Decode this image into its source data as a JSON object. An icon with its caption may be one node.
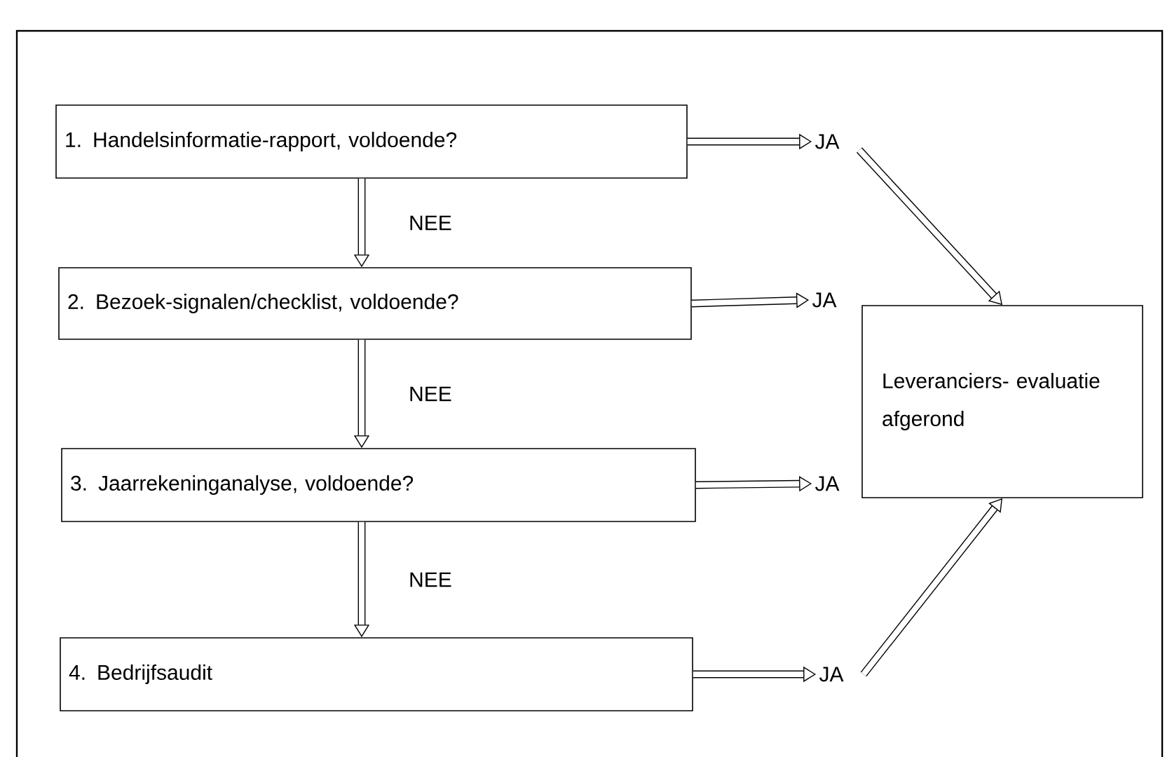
{
  "diagram": {
    "nodes": [
      {
        "text": [
          "1. Handelsinformatie-rapport, voldoende?"
        ]
      },
      {
        "text": [
          "2. Bezoek-signalen/checklist, voldoende?"
        ]
      },
      {
        "text": [
          "3. Jaarrekeninganalyse, voldoende?"
        ]
      },
      {
        "text": [
          "4. Bedrijfsaudit"
        ]
      },
      {
        "text": [
          "JA"
        ]
      },
      {
        "text": [
          "JA"
        ]
      },
      {
        "text": [
          "JA"
        ]
      },
      {
        "text": [
          "JA"
        ]
      },
      {
        "text": [
          "Leveranciers- evaluatie afgerond"
        ]
      }
    ],
    "edges": [
      {
        "from": 0,
        "to": 1,
        "arrow": "to",
        "label": "NEE"
      },
      {
        "from": 1,
        "to": 2,
        "arrow": "to",
        "label": "NEE"
      },
      {
        "from": 2,
        "to": 3,
        "arrow": "to",
        "label": "NEE"
      },
      {
        "from": 0,
        "to": 4,
        "arrow": "to"
      },
      {
        "from": 1,
        "to": 5,
        "arrow": "to"
      },
      {
        "from": 2,
        "to": 6,
        "arrow": "to"
      },
      {
        "from": 3,
        "to": 7,
        "arrow": "to"
      },
      {
        "from": 4,
        "to": 8,
        "arrow": "to"
      },
      {
        "from": 7,
        "to": 8,
        "arrow": "to"
      }
    ]
  }
}
